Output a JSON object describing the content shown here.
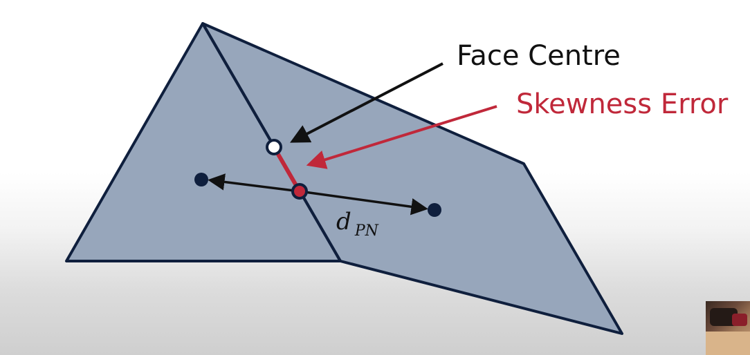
{
  "labels": {
    "face_centre": "Face Centre",
    "skewness_error": "Skewness Error",
    "distance_main": "d",
    "distance_sub": "PN"
  },
  "colors": {
    "cell_fill": "#97a6bb",
    "cell_edge": "#0f1f3d",
    "node": "#0f1f3d",
    "skew": "#c0283a",
    "arrow": "#111111"
  }
}
